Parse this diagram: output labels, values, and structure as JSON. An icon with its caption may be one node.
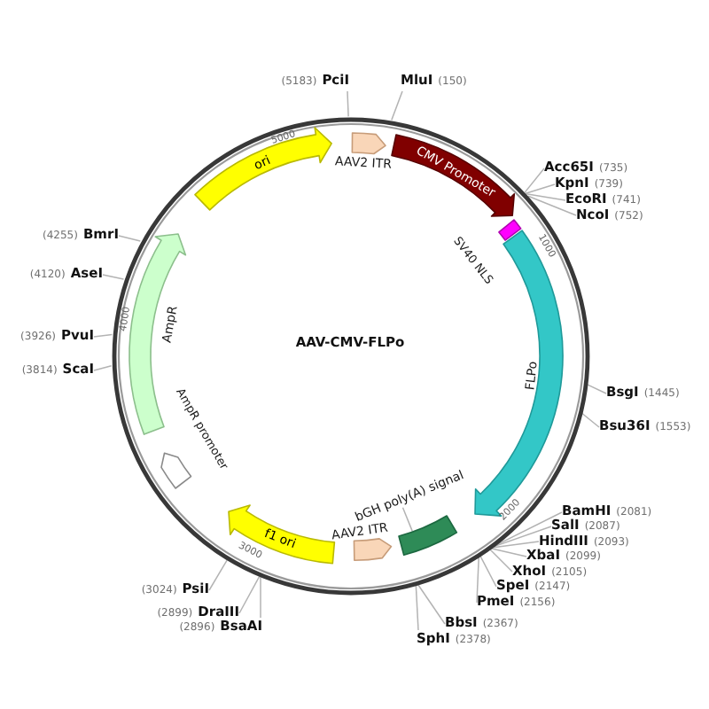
{
  "diagram": {
    "nodes": [
      {
        "text": [
          "AAV-CMV-FLPo"
        ]
      },
      {
        "text": [
          "ori"
        ],
        "in": 0
      },
      {
        "text": [
          "AAV2 ITR"
        ],
        "in": 0
      },
      {
        "text": [
          "CMV Promoter"
        ],
        "in": 0
      },
      {
        "text": [
          "SV40 NLS"
        ],
        "in": 0
      },
      {
        "text": [
          "FLPo"
        ],
        "in": 0
      },
      {
        "text": [
          "bGH poly(A) signal"
        ],
        "in": 0
      },
      {
        "text": [],
        "shape": "bar",
        "in": 0
      },
      {
        "text": [
          "AAV2 ITR"
        ],
        "in": 0
      },
      {
        "text": [
          "f1 ori"
        ],
        "in": 0
      },
      {
        "text": [
          "AmpR promoter"
        ],
        "in": 0
      },
      {
        "text": [
          "AmpR"
        ],
        "in": 0
      },
      {
        "text": [
          "(5183)",
          "PciI"
        ]
      },
      {
        "text": [
          "MluI",
          "(150)"
        ]
      },
      {
        "text": [
          "Acc65I",
          "(735)"
        ]
      },
      {
        "text": [
          "KpnI",
          "(739)"
        ]
      },
      {
        "text": [
          "EcoRI",
          "(741)"
        ]
      },
      {
        "text": [
          "NcoI",
          "(752)"
        ]
      },
      {
        "text": [
          "(4255)",
          "BmrI"
        ]
      },
      {
        "text": [
          "(4120)",
          "AseI"
        ]
      },
      {
        "text": [
          "(3926)",
          "PvuI"
        ]
      },
      {
        "text": [
          "(3814)",
          "ScaI"
        ]
      },
      {
        "text": [
          "BsgI",
          "(1445)"
        ]
      },
      {
        "text": [
          "Bsu36I",
          "(1553)"
        ]
      },
      {
        "text": [
          "BamHI",
          "(2081)"
        ]
      },
      {
        "text": [
          "SalI",
          "(2087)"
        ]
      },
      {
        "text": [
          "HindIII",
          "(2093)"
        ]
      },
      {
        "text": [
          "XbaI",
          "(2099)"
        ]
      },
      {
        "text": [
          "XhoI",
          "(2105)"
        ]
      },
      {
        "text": [
          "SpeI",
          "(2147)"
        ]
      },
      {
        "text": [
          "(3024)",
          "PsiI"
        ]
      },
      {
        "text": [
          "PmeI",
          "(2156)"
        ]
      },
      {
        "text": [
          "(2899)",
          "DraIII"
        ]
      },
      {
        "text": [
          "BbsI",
          "(2367)"
        ]
      },
      {
        "text": [
          "(2896)",
          "BsaAI"
        ]
      },
      {
        "text": [
          "SphI",
          "(2378)"
        ]
      }
    ],
    "edges": [
      {
        "from": 12,
        "to": 0,
        "arrow": "none"
      },
      {
        "from": 13,
        "to": 0,
        "arrow": "none"
      },
      {
        "from": 14,
        "to": 0,
        "arrow": "none"
      },
      {
        "from": 15,
        "to": 0,
        "arrow": "none"
      },
      {
        "from": 16,
        "to": 0,
        "arrow": "none"
      },
      {
        "from": 17,
        "to": 0,
        "arrow": "none"
      },
      {
        "from": 18,
        "to": 0,
        "arrow": "none"
      },
      {
        "from": 19,
        "to": 0,
        "arrow": "none"
      },
      {
        "from": 20,
        "to": 0,
        "arrow": "none"
      },
      {
        "from": 21,
        "to": 0,
        "arrow": "none"
      },
      {
        "from": 22,
        "to": 0,
        "arrow": "none"
      },
      {
        "from": 23,
        "to": 0,
        "arrow": "none"
      },
      {
        "from": 24,
        "to": 0,
        "arrow": "none"
      },
      {
        "from": 25,
        "to": 0,
        "arrow": "none"
      },
      {
        "from": 26,
        "to": 0,
        "arrow": "none"
      },
      {
        "from": 27,
        "to": 0,
        "arrow": "none"
      },
      {
        "from": 28,
        "to": 0,
        "arrow": "none"
      },
      {
        "from": 29,
        "to": 0,
        "arrow": "none"
      },
      {
        "from": 30,
        "to": 0,
        "arrow": "none"
      },
      {
        "from": 31,
        "to": 0,
        "arrow": "none"
      },
      {
        "from": 32,
        "to": 0,
        "arrow": "none"
      },
      {
        "from": 33,
        "to": 0,
        "arrow": "none"
      },
      {
        "from": 34,
        "to": 0,
        "arrow": "none"
      },
      {
        "from": 35,
        "to": 0,
        "arrow": "none"
      },
      {
        "from": 6,
        "to": 7,
        "arrow": "none"
      }
    ],
    "labels": [
      "5000",
      "1000",
      "4000",
      "2000",
      "3000"
    ]
  }
}
